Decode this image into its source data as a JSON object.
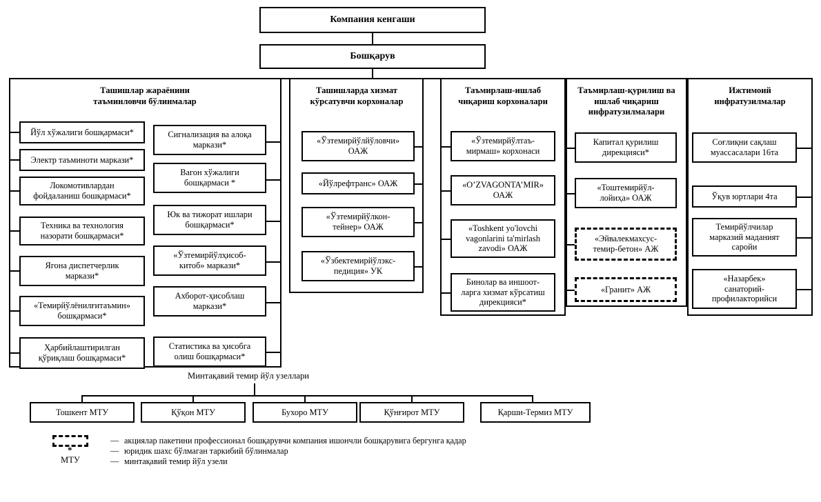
{
  "chart_data": {
    "type": "diagram",
    "title": "Компания кенгаши — organizational structure chart",
    "notes": "Hierarchical org chart of an Uzbek railway company, Cyrillic/Latin Uzbek labels"
  },
  "top": {
    "council": "Компания кенгаши",
    "board": "Бошқарув"
  },
  "columns": [
    {
      "id": "col-transport-support",
      "header": "Ташишлар жараёнини\nтаъминловчи  бўлинмалар",
      "left_items": [
        "Йўл хўжалиги бошқармаси*",
        "Электр таъминоти маркази*",
        "Локомотивлардан\nфойдаланиш бошқармаси*",
        "Техника ва технология\nназорати бошқармаси*",
        "Ягона диспетчерлик\nмаркази*",
        "«Темирйўлёнилғитаъмин»\nбошқармаси*",
        "Ҳарбийлаштирилган\nқўриқлаш бошқармаси*"
      ],
      "right_items": [
        "Сигнализация ва алоқа\nмаркази*",
        "Вагон хўжалиги\nбошқармаси *",
        "Юк ва тижорат ишлари\nбошқармаси*",
        "«Ўзтемирйўлҳисоб-\nкитоб» маркази*",
        "Ахборот-ҳисоблаш\nмаркази*",
        "Статистика ва ҳисобга\nолиш бошқармаси*"
      ]
    },
    {
      "id": "col-transport-service",
      "header": "Ташишларда хизмат\nкўрсатувчи корхоналар",
      "items": [
        "«Ўзтемирйўлйўловчи»\nОАЖ",
        "«Йўлрефтранс» ОАЖ",
        "«Ўзтемирйўлкон-\nтейнер» ОАЖ",
        "«Ўзбектемирйўлэкс-\nпедиция» УК"
      ]
    },
    {
      "id": "col-repair-production",
      "header": "Таъмирлаш-ишлаб\nчиқариш корхоналари",
      "items": [
        "«Ўзтемирйўлтаъ-\nмирмаш» корхонаси",
        "«O’ZVAGONTA’MIR»\nОАЖ",
        "«Toshkent yo'lovchi\nvagonlarini ta'mirlash\nzavodi» ОАЖ",
        "Бинолар ва иншоот-\nларга хизмат кўрсатиш\nдирекцияси*"
      ]
    },
    {
      "id": "col-repair-construction",
      "header": "Таъмирлаш-қурилиш ва\nишлаб чиқариш\nинфратузилмалари",
      "items": [
        {
          "label": "Капитал қурилиш\nдирекцияси*",
          "dashed": false
        },
        {
          "label": "«Тоштемирйўл-\nлойиҳа» ОАЖ",
          "dashed": false
        },
        {
          "label": "«Эйвалекмахсус-\nтемир-бетон» АЖ",
          "dashed": true
        },
        {
          "label": "«Гранит» АЖ",
          "dashed": true
        }
      ]
    },
    {
      "id": "col-social-infrastructure",
      "header": "Ижтимоий\nинфратузилмалар",
      "items": [
        "Соғлиқни сақлаш\nмуассасалари 16та",
        "Ўқув юртлари 4та",
        "Темирйўлчилар\nмарказий маданият\nсаройи",
        "«Назарбек»\nсанаторий-\nпрофилакторийси"
      ]
    }
  ],
  "regional": {
    "caption": "Минтақавий темир йўл узеллари",
    "nodes": [
      "Тошкент МТУ",
      "Қўқон МТУ",
      "Бухоро МТУ",
      "Қўнғирот МТУ",
      "Қарши-Термиз МТУ"
    ]
  },
  "legend": {
    "dash_marker": "",
    "star_marker": "*",
    "mtu_marker": "МТУ",
    "rule": "—",
    "entries": [
      "акциялар пакетини профессионал бошқарувчи компания ишончли бошқарувига бергунга қадар",
      "юридик шахс бўлмаган таркибий бўлинмалар",
      "минтақавий темир йўл узели"
    ]
  },
  "colors": {
    "line": "#000000",
    "background": "#ffffff"
  }
}
